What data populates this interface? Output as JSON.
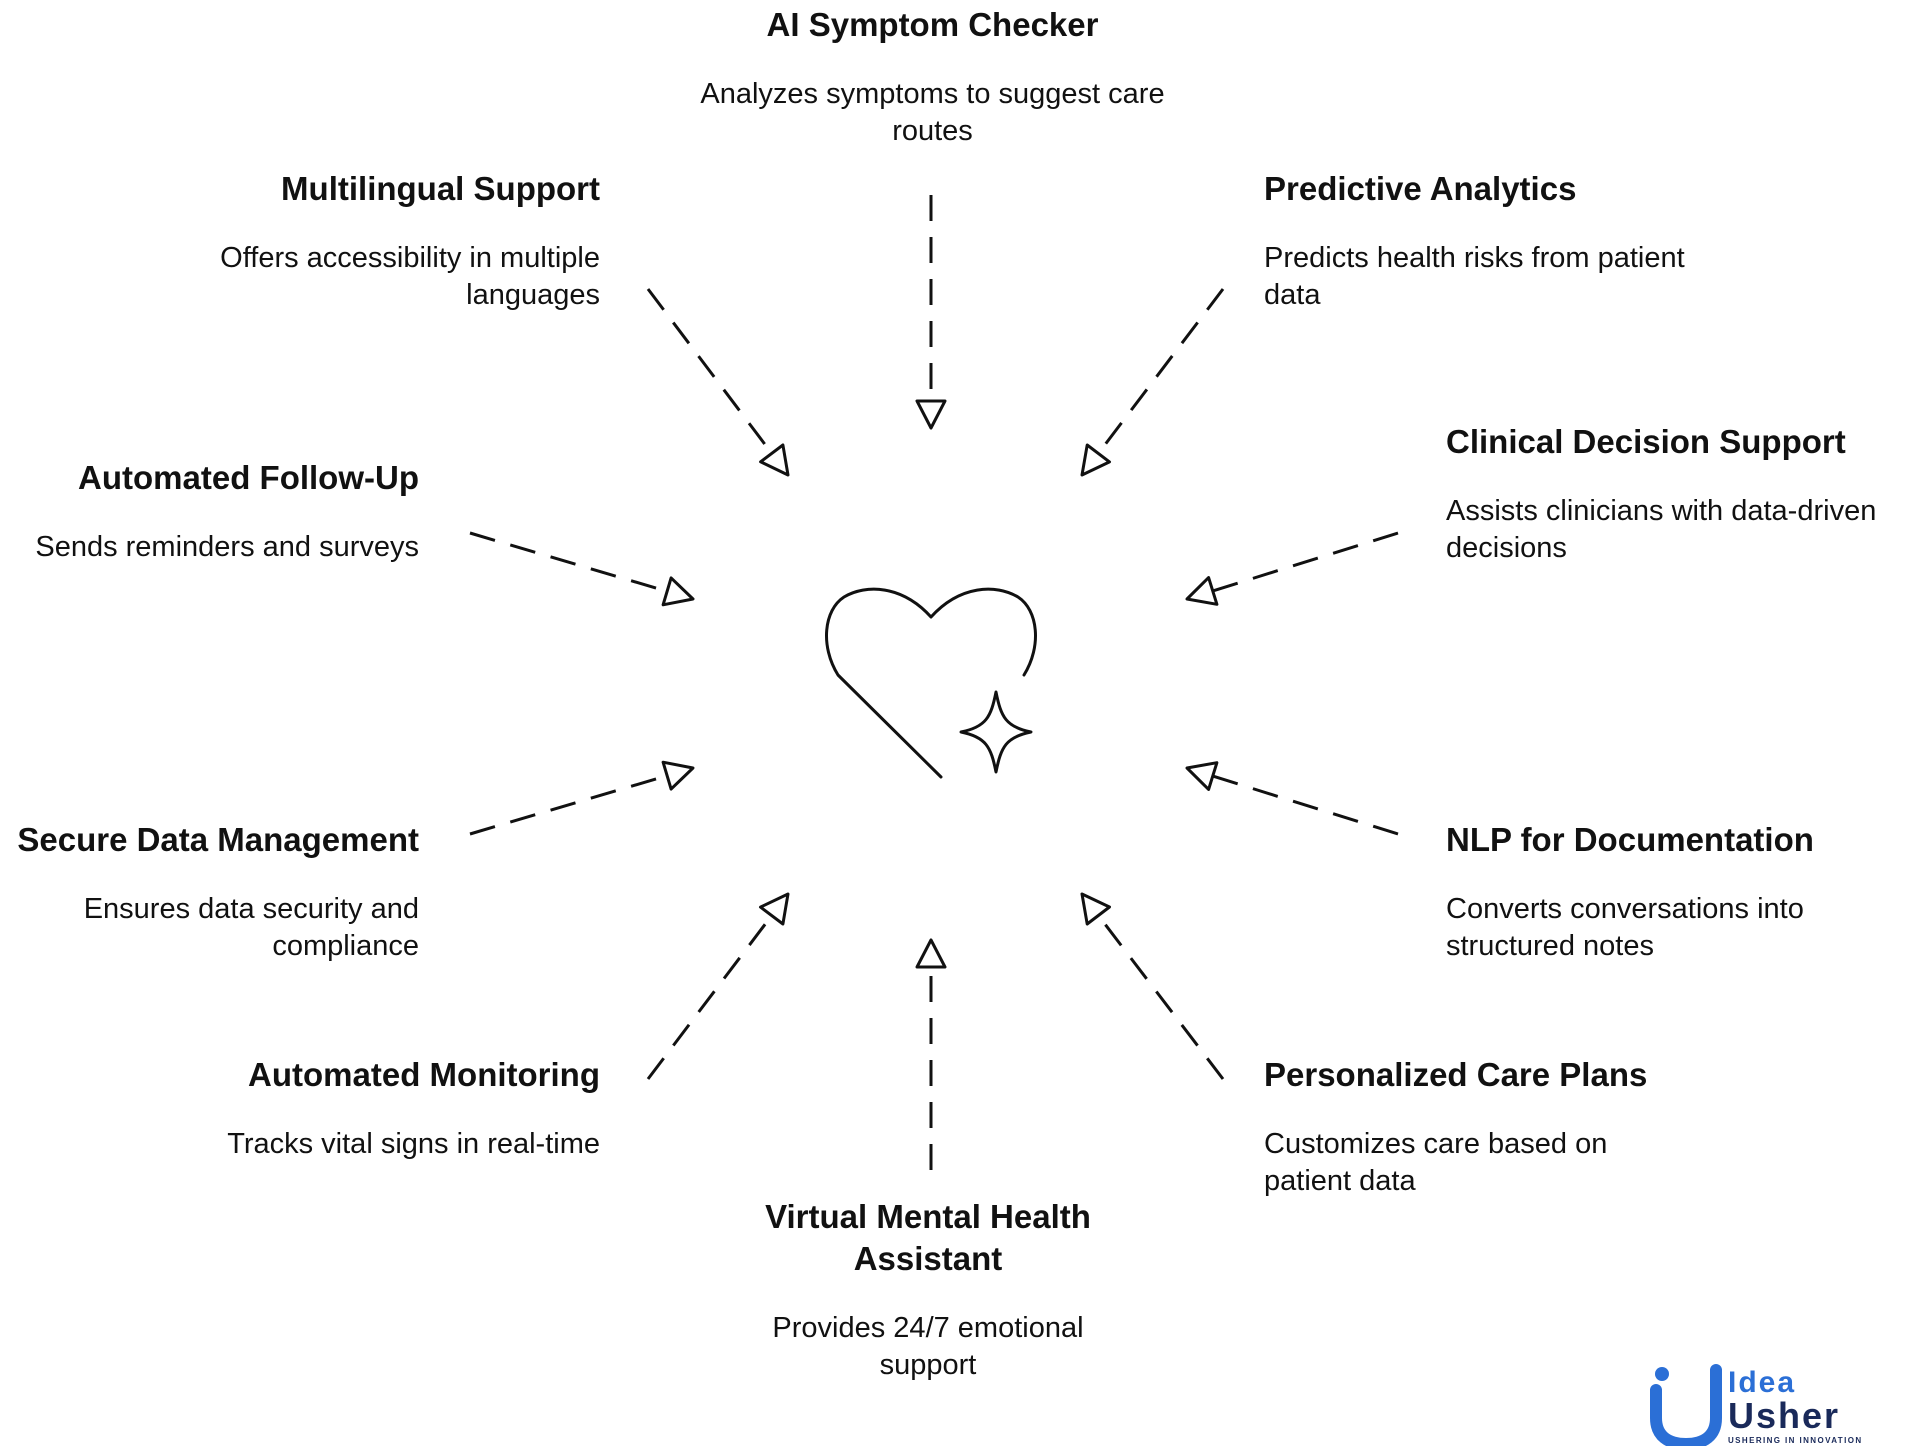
{
  "diagram": {
    "nodes": [
      {
        "id": "ai-symptom-checker",
        "title": "AI Symptom Checker",
        "description": "Analyzes symptoms to suggest care routes"
      },
      {
        "id": "predictive-analytics",
        "title": "Predictive Analytics",
        "description": "Predicts health risks from patient data"
      },
      {
        "id": "clinical-decision-support",
        "title": "Clinical Decision Support",
        "description": "Assists clinicians with data-driven decisions"
      },
      {
        "id": "nlp-for-documentation",
        "title": "NLP for Documentation",
        "description": "Converts conversations into structured notes"
      },
      {
        "id": "personalized-care-plans",
        "title": "Personalized Care Plans",
        "description": "Customizes care based on patient data"
      },
      {
        "id": "virtual-mental-health-assistant",
        "title": "Virtual Mental Health Assistant",
        "description": "Provides 24/7 emotional support"
      },
      {
        "id": "automated-monitoring",
        "title": "Automated Monitoring",
        "description": "Tracks vital signs in real-time"
      },
      {
        "id": "secure-data-management",
        "title": "Secure Data Management",
        "description": "Ensures data security and compliance"
      },
      {
        "id": "automated-follow-up",
        "title": "Automated Follow-Up",
        "description": "Sends reminders and surveys"
      },
      {
        "id": "multilingual-support",
        "title": "Multilingual Support",
        "description": "Offers accessibility in multiple languages"
      }
    ],
    "center_icon": "heart-sparkle-icon",
    "arrow_style": "dashed, hollow triangle head pointing to center",
    "stroke_color": "#111111",
    "text_color": "#111111",
    "background_color": "#ffffff"
  },
  "logo": {
    "icon": "idea-usher-logo-icon",
    "word_top": "Idea",
    "word_bottom": "Usher",
    "tagline": "USHERING IN INNOVATION",
    "accent_color": "#2b6fd6",
    "dark_color": "#1a2a5a"
  }
}
